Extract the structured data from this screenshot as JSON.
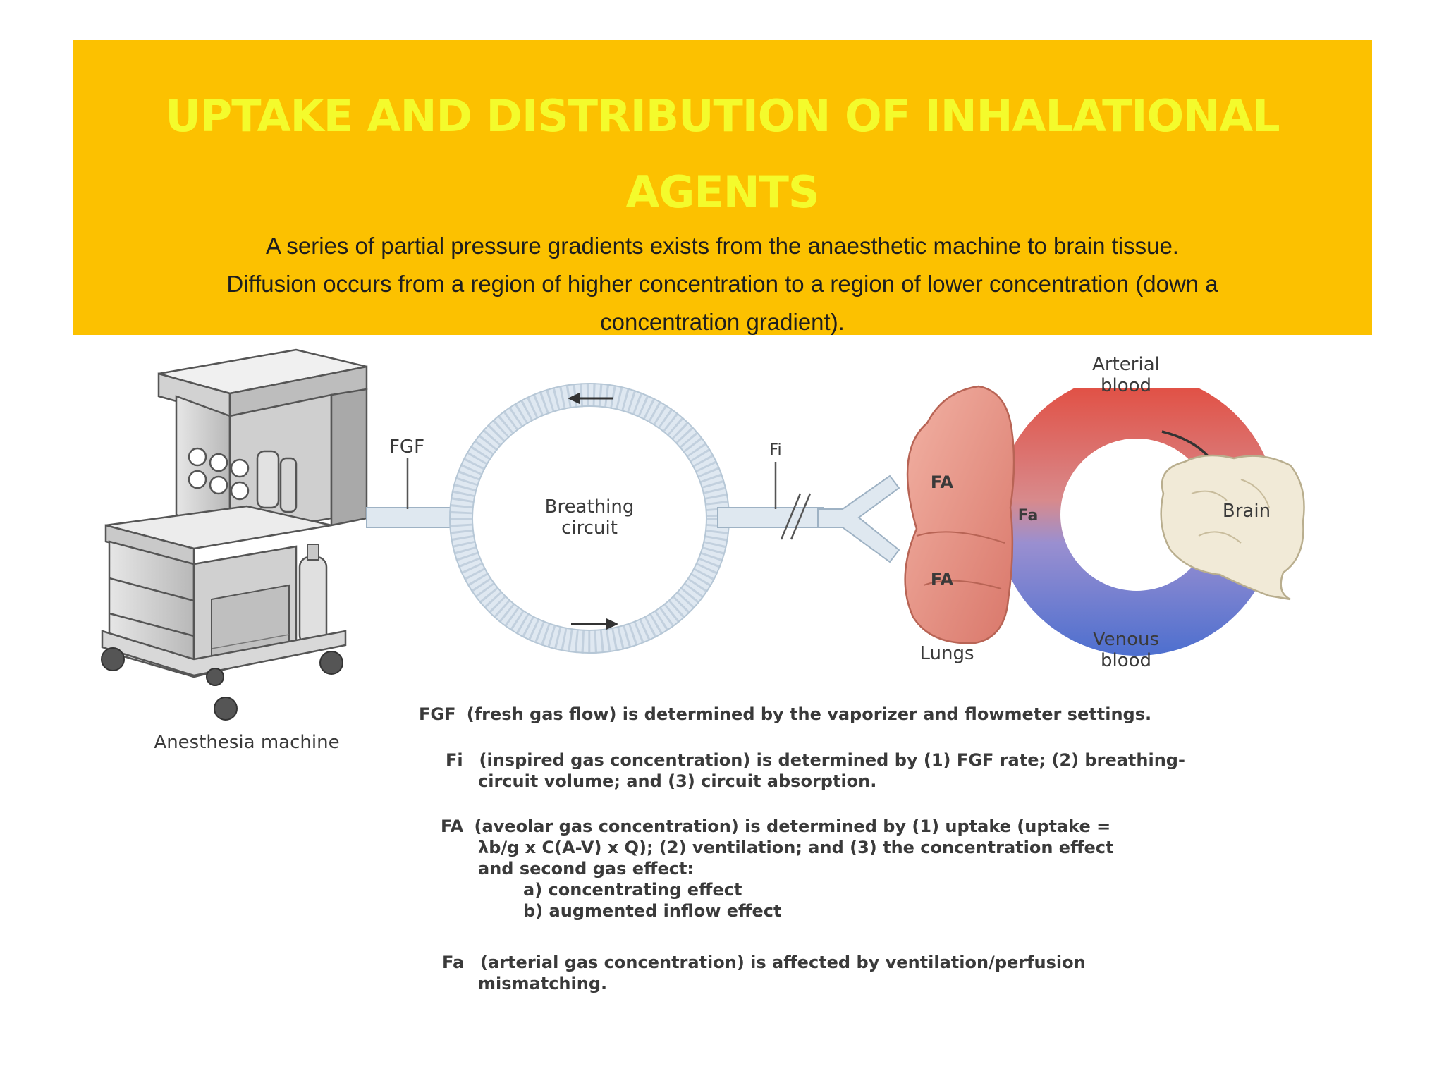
{
  "slide": {
    "title_line1": "UPTAKE AND DISTRIBUTION OF INHALATIONAL",
    "title_line2": "AGENTS",
    "subtitle_line1": "A series of partial pressure gradients exists from the anaesthetic machine to brain tissue.",
    "subtitle_line2": "Diffusion occurs from a region of higher concentration to a region of lower concentration (down a",
    "subtitle_line3": "concentration gradient).",
    "banner_color": "#fcc100",
    "title_color": "#f4fb2c"
  },
  "diagram": {
    "machine_label": "Anesthesia machine",
    "fgf_label": "FGF",
    "circuit_label_1": "Breathing",
    "circuit_label_2": "circuit",
    "fi_label": "Fi",
    "fa_label": "FA",
    "fa2_label": "FA",
    "fa_blood_label": "Fa",
    "lungs_label": "Lungs",
    "arterial_label_1": "Arterial",
    "arterial_label_2": "blood",
    "venous_label_1": "Venous",
    "venous_label_2": "blood",
    "brain_label": "Brain",
    "arterial_color": "#e65a4c",
    "venous_color": "#5a72cc"
  },
  "legend": {
    "fgf_symbol": "FGF",
    "fgf_text": "(fresh gas flow) is determined by the vaporizer and flowmeter settings.",
    "fi_symbol": "Fi",
    "fi_text_1": "(inspired gas concentration) is determined by (1) FGF rate; (2) breathing-",
    "fi_text_2": "circuit volume; and (3) circuit absorption.",
    "fa_symbol": "FA",
    "fa_text_1": "(aveolar gas concentration) is determined by (1) uptake (uptake =",
    "fa_text_2": "λb/g x C(A-V) x Q); (2) ventilation; and (3) the concentration effect",
    "fa_text_3": "and second gas effect:",
    "fa_text_4": "a) concentrating effect",
    "fa_text_5": "b) augmented inflow effect",
    "fart_symbol": "Fa",
    "fart_text_1": "(arterial gas concentration) is affected by ventilation/perfusion",
    "fart_text_2": "mismatching."
  }
}
